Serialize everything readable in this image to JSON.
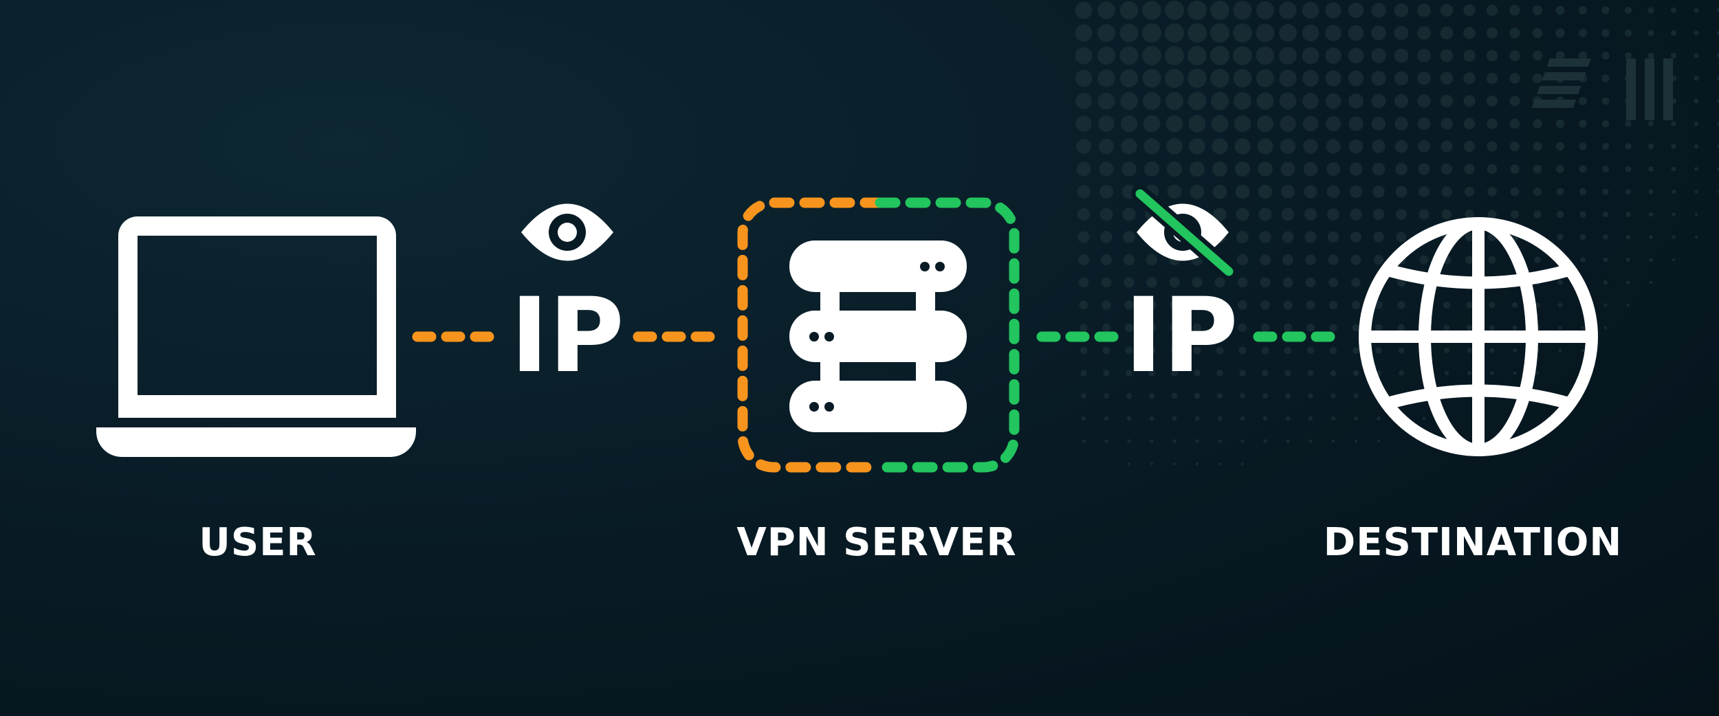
{
  "nodes": {
    "user": {
      "label": "USER",
      "icon": "laptop-icon"
    },
    "vpn_server": {
      "label": "VPN SERVER",
      "icon": "server-stack-icon"
    },
    "destination": {
      "label": "DESTINATION",
      "icon": "globe-icon"
    }
  },
  "links": {
    "left_ip": {
      "text": "IP",
      "icon": "eye-icon",
      "state": "visible"
    },
    "right_ip": {
      "text": "IP",
      "icon": "eye-crossed-icon",
      "state": "hidden"
    }
  },
  "colors": {
    "background": "#081a24",
    "exposed_path": "#f7941d",
    "protected_path": "#22c55e",
    "foreground": "#ffffff",
    "pattern": "#1c3038"
  }
}
